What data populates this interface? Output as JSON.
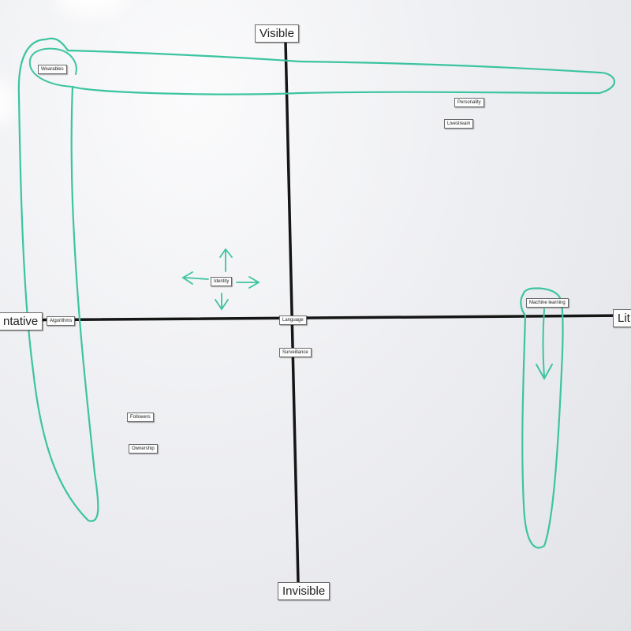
{
  "axes": {
    "top": "Visible",
    "bottom": "Invisible",
    "left": "ntative",
    "right": "Lit"
  },
  "labels": {
    "wearables": "Wearables",
    "personality": "Personality",
    "livestream": "Livestream",
    "identity": "Identity",
    "algorithms": "Algorithms",
    "language": "Language",
    "surveillance": "Surveillance",
    "machine_learning": "Machine learning",
    "followers": "Followers",
    "ownership": "Ownership"
  },
  "colors": {
    "axis_line": "#151515",
    "marker": "#3cc4a0",
    "board": "#eeeff2"
  }
}
